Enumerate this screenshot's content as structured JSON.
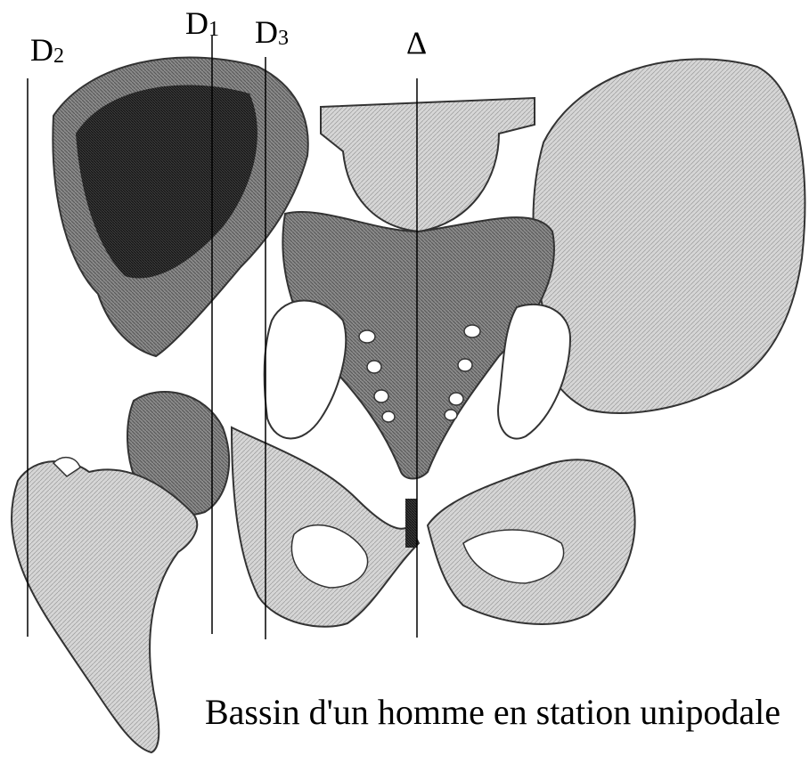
{
  "lines": [
    {
      "id": "D2",
      "letter": "D",
      "sub": "2"
    },
    {
      "id": "D1",
      "letter": "D",
      "sub": "1"
    },
    {
      "id": "D3",
      "letter": "D",
      "sub": "3"
    },
    {
      "id": "delta",
      "letter": "Δ",
      "sub": ""
    }
  ],
  "caption": "Bassin d'un homme en station unipodale",
  "illustration": "pelvis-and-femur-engraving"
}
